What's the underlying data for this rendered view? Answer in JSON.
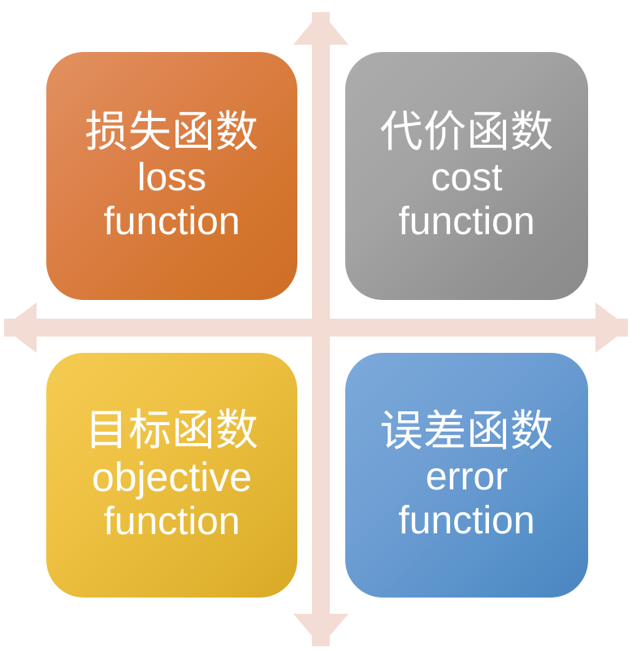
{
  "diagram": {
    "type": "quadrant-matrix",
    "title_visible": false,
    "background_color": "#ffffff",
    "axis": {
      "color": "#F3DCD4",
      "arrows": [
        "up",
        "down",
        "left",
        "right"
      ],
      "name": "four-way-axis-cross"
    },
    "quadrants": [
      {
        "position": "top-left",
        "name": "loss-function",
        "chinese": "损失函数",
        "english_line1": "loss",
        "english_line2": "function",
        "color_start": "#E29160",
        "color_end": "#CF6E26"
      },
      {
        "position": "top-right",
        "name": "cost-function",
        "chinese": "代价函数",
        "english_line1": "cost",
        "english_line2": "function",
        "color_start": "#ACACAC",
        "color_end": "#8B8B8B"
      },
      {
        "position": "bottom-left",
        "name": "objective-function",
        "chinese": "目标函数",
        "english_line1": "objective",
        "english_line2": "function",
        "color_start": "#F4CB52",
        "color_end": "#D8A924"
      },
      {
        "position": "bottom-right",
        "name": "error-function",
        "chinese": "误差函数",
        "english_line1": "error",
        "english_line2": "function",
        "color_start": "#7CA9DA",
        "color_end": "#4A85C0"
      }
    ]
  }
}
